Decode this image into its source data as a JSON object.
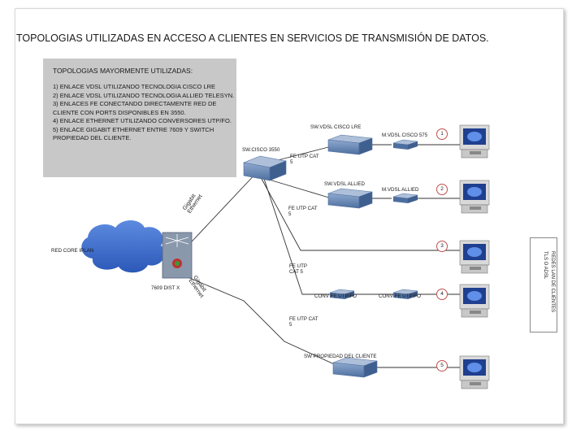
{
  "title": "TOPOLOGIAS UTILIZADAS EN ACCESO A CLIENTES EN SERVICIOS DE TRANSMISIÓN DE DATOS.",
  "panel": {
    "heading": "TOPOLOGIAS MAYORMENTE UTILIZADAS:",
    "items": [
      "1) ENLACE VDSL UTILIZANDO TECNOLOGIA CISCO LRE",
      "2) ENLACE VDSL UTILIZANDO TECNOLOGIA ALLIED TELESYN.",
      "3) ENLACES FE CONECTANDO DIRECTAMENTE RED DE CLIENTE CON PORTS DISPONIBLES EN 3550.",
      "4) ENLACE ETHERNET UTILIZANDO CONVERSORES UTP/FO.",
      "5) ENLACE GIGABIT ETHERNET ENTRE 7609 Y SWITCH PROPIEDAD DEL CLIENTE."
    ]
  },
  "labels": {
    "sw_vdsl_cisco": "SW.VDSL CISCO LRE",
    "m_vdsl_cisco": "M.VDSL CISCO 575",
    "sw_cisco_3550": "SW.CISCO 3550",
    "fe_utp_cat5_1": "FE UTP CAT 5",
    "sw_vdsl_allied": "SW.VDSL ALLIED",
    "m_vdsl_allied": "M.VDSL ALLIED",
    "fe_utp_cat5_2": "FE UTP CAT 5",
    "red_core_iplan": "RED CORE IPLAN",
    "fe_utp_cat5_3": "FE UTP CAT 5",
    "seven609": "7609 DIST X",
    "conv_1": "CONV FE UTP/FO",
    "conv_2": "CONV FE UTP/FO",
    "fe_utp_cat5_4": "FE UTP CAT 5",
    "sw_propiedad": "SW PROPIEDAD DEL CLIENTE",
    "gigabit_1": "Gigabit Ethernet",
    "gigabit_2": "Gigabit Ethernet"
  },
  "numbers": [
    "1",
    "2",
    "3",
    "4",
    "5"
  ],
  "side_label": {
    "line1": "REDES LAN DE CLIENTES",
    "line2": "TLS O ADSL"
  },
  "colors": {
    "cloud": "#3b6fd1",
    "device": "#5a7fb0",
    "circle_border": "#c0504d",
    "line": "#333333"
  }
}
